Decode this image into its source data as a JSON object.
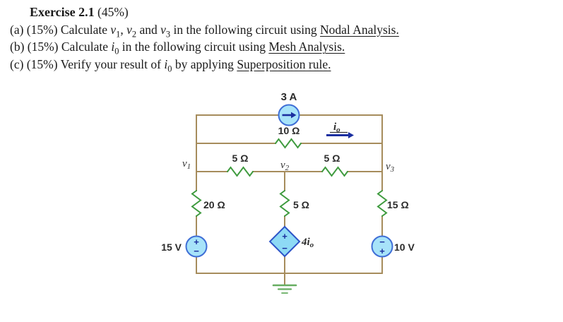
{
  "problem": {
    "title_bold": "Exercise 2.1",
    "title_rest": " (45%)",
    "a": {
      "t1": "(a) (15%) Calculate ",
      "m1": "v",
      "m1s": "1",
      "t2": ", ",
      "m2": "v",
      "m2s": "2",
      "t3": " and ",
      "m3": "v",
      "m3s": "3",
      "t4": " in the following circuit using ",
      "u": "Nodal Analysis."
    },
    "b": {
      "t1": "(b) (15%) Calculate ",
      "m1": "i",
      "m1s": "0",
      "t2": " in the following circuit using ",
      "u": "Mesh Analysis."
    },
    "c": {
      "t1": "(c) (15%) Verify your result of ",
      "m1": "i",
      "m1s": "0",
      "t2": " by applying ",
      "u": "Superposition rule."
    }
  },
  "circuit": {
    "current_source": {
      "label": "3 A"
    },
    "resistor_top": {
      "label": "10 Ω"
    },
    "io": {
      "base": "i",
      "sub": "o"
    },
    "resistor_left": {
      "label": "5 Ω"
    },
    "resistor_right": {
      "label": "5 Ω"
    },
    "node_v1": {
      "base": "v",
      "sub": "1"
    },
    "node_v2": {
      "base": "v",
      "sub": "2"
    },
    "node_v3": {
      "base": "v",
      "sub": "3"
    },
    "resistor_v_left": {
      "label": "20 Ω"
    },
    "resistor_v_mid": {
      "label": "5 Ω"
    },
    "resistor_v_right": {
      "label": "15 Ω"
    },
    "source_left": {
      "label": "15 V",
      "top_sign": "+",
      "bottom_sign": "−"
    },
    "source_right": {
      "label": "10 V",
      "top_sign": "−",
      "bottom_sign": "+"
    },
    "dep_source": {
      "base": "4i",
      "sub": "o",
      "top_sign": "+",
      "bottom_sign": "−"
    },
    "colors": {
      "wire": "#a68c5c",
      "resistor": "#3f9b3f",
      "source_fill": "#a7e3f9",
      "source_stroke": "#3f6ed6",
      "dep_fill": "#8edaf5",
      "arrow_navy": "#1b2fa0",
      "ground_green": "#66ad60",
      "label_text": "#2b2b2b"
    }
  }
}
